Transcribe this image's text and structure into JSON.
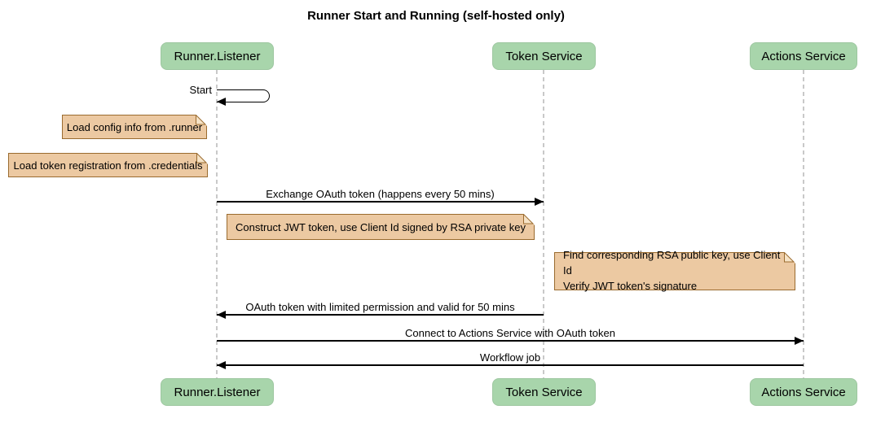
{
  "title": "Runner Start and Running (self-hosted only)",
  "diagram_type": "sequence",
  "participants": [
    {
      "name": "Runner.Listener"
    },
    {
      "name": "Token Service"
    },
    {
      "name": "Actions Service"
    }
  ],
  "messages": [
    {
      "label": "Start",
      "from": "Runner.Listener",
      "to": "Runner.Listener",
      "style": "self-loop"
    },
    {
      "label": "Exchange OAuth token (happens every 50 mins)",
      "from": "Runner.Listener",
      "to": "Token Service",
      "style": "solid-arrow"
    },
    {
      "label": "OAuth token with limited permission and valid for 50 mins",
      "from": "Token Service",
      "to": "Runner.Listener",
      "style": "solid-arrow"
    },
    {
      "label": "Connect to Actions Service with OAuth token",
      "from": "Runner.Listener",
      "to": "Actions Service",
      "style": "solid-arrow"
    },
    {
      "label": "Workflow job",
      "from": "Actions Service",
      "to": "Runner.Listener",
      "style": "solid-arrow"
    }
  ],
  "notes": [
    {
      "text": "Load config info from .runner",
      "position": "left of Runner.Listener"
    },
    {
      "text": "Load token registration from .credentials",
      "position": "left of Runner.Listener"
    },
    {
      "text": "Construct JWT token, use Client Id signed by RSA private key",
      "position": "right of Runner.Listener"
    },
    {
      "text": "Find corresponding RSA public key, use Client Id\nVerify JWT token's signature",
      "position": "right of Token Service"
    }
  ],
  "colors": {
    "background": "#ffffff",
    "participant_fill": "#a8d5ab",
    "note_fill": "#ecc9a2",
    "note_border": "#9a6b2f",
    "lifeline": "#c9c9c9",
    "arrow": "#000000",
    "text": "#000000"
  }
}
